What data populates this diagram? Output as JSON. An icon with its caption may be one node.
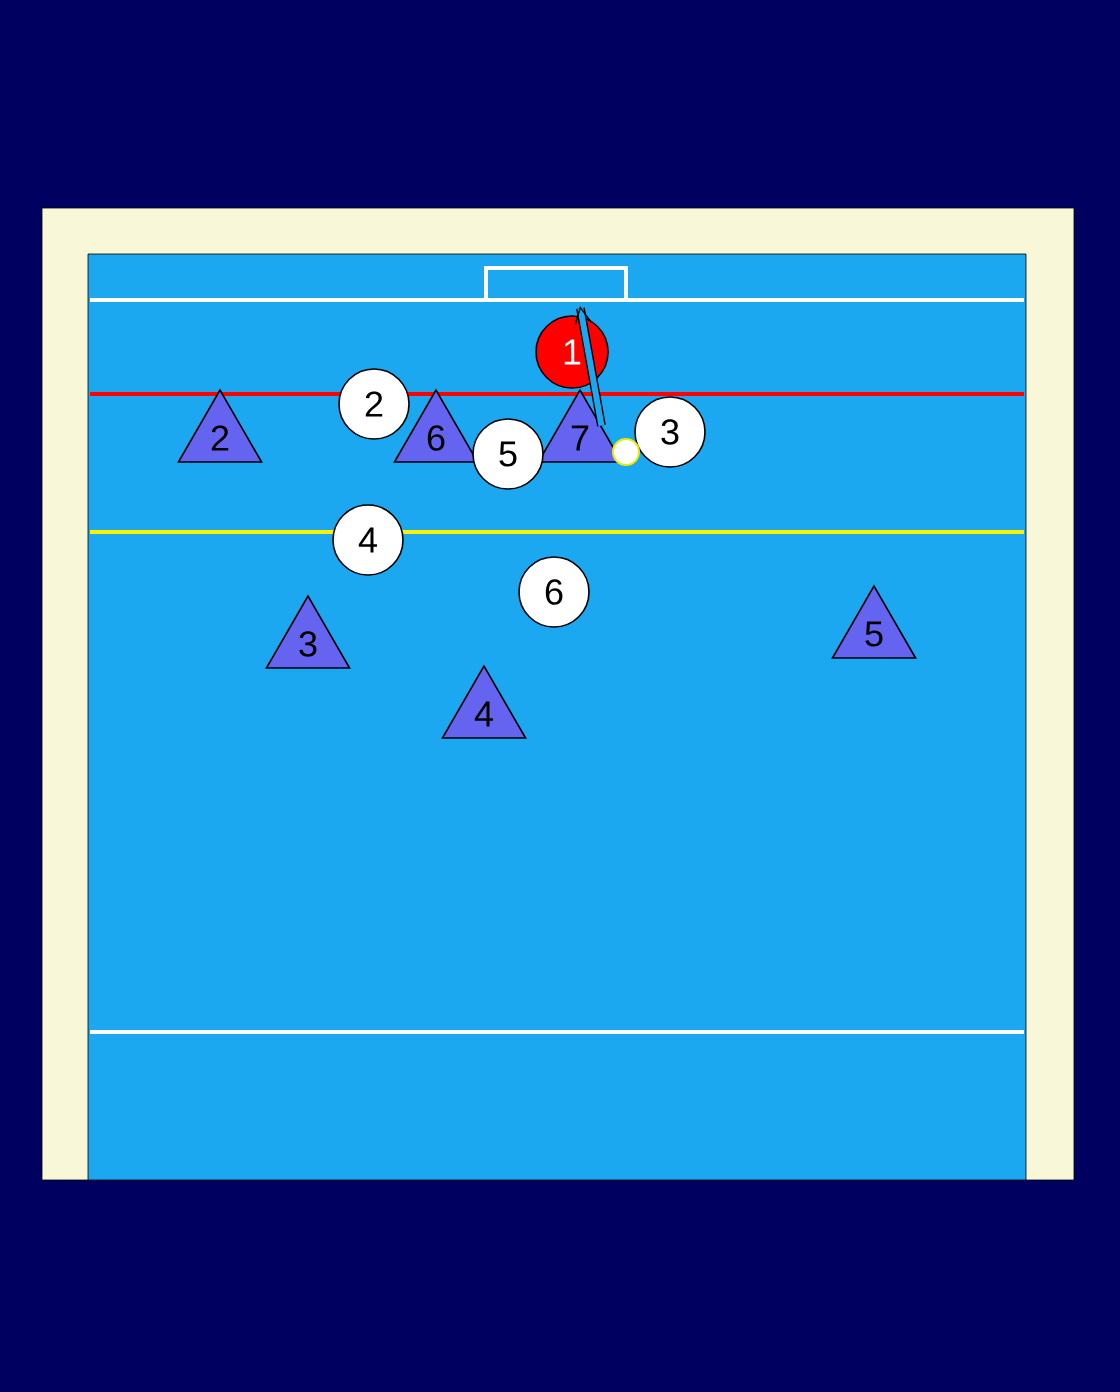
{
  "diagram": {
    "nodes": [
      {
        "text": [
          "1"
        ]
      },
      {
        "text": [
          "2"
        ]
      },
      {
        "text": [
          "6"
        ]
      },
      {
        "text": [
          "7"
        ]
      },
      {
        "text": [
          "2"
        ]
      },
      {
        "text": [
          "3"
        ]
      },
      {
        "text": [
          "5"
        ]
      },
      {
        "text": [],
        "shape": "circle"
      },
      {
        "text": [
          "4"
        ]
      },
      {
        "text": [
          "6"
        ]
      },
      {
        "text": [
          "5"
        ]
      },
      {
        "text": [
          "3"
        ]
      },
      {
        "text": [
          "4"
        ]
      }
    ],
    "edges": [
      {
        "from": 3,
        "to": 0,
        "arrow": "to"
      }
    ]
  }
}
